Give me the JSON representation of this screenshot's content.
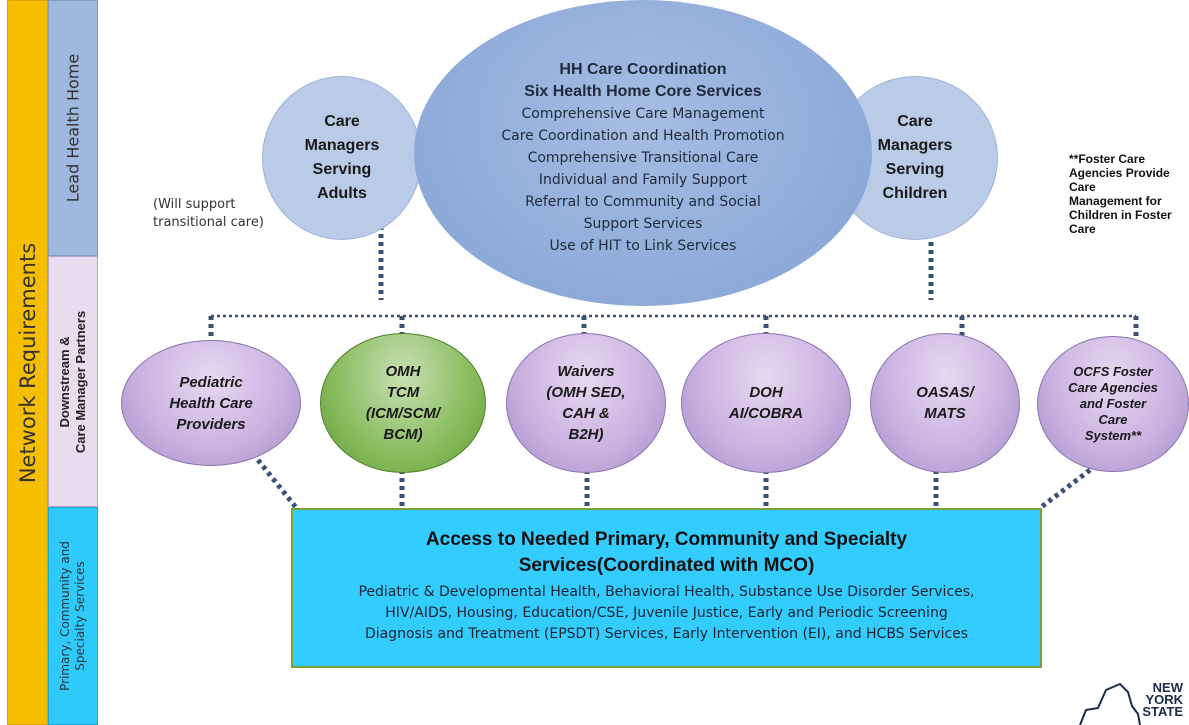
{
  "sidebar": {
    "outer_label": "Network Requirements",
    "lead_label": "Lead Health Home",
    "downstream_label_line1": "Downstream &",
    "downstream_label_line2": "Care Manager Partners",
    "primary_label_line1": "Primary, Community and",
    "primary_label_line2": "Specialty Services"
  },
  "hh_core": {
    "title": "HH Care Coordination",
    "subtitle": "Six Health Home Core Services",
    "services": [
      "Comprehensive Care Management",
      "Care Coordination and Health Promotion",
      "Comprehensive Transitional Care",
      "Individual and Family Support",
      "Referral to Community and Social",
      "Support Services",
      "Use of HIT to Link Services"
    ]
  },
  "care_managers": {
    "adults": [
      "Care",
      "Managers",
      "Serving",
      "Adults"
    ],
    "children": [
      "Care",
      "Managers",
      "Serving",
      "Children"
    ]
  },
  "notes": {
    "left": [
      "(Will support",
      "transitional care)"
    ],
    "right": [
      "**Foster Care",
      "Agencies Provide",
      "Care",
      "Management for",
      "Children in Foster",
      "Care"
    ]
  },
  "partners": [
    {
      "lines": [
        "Pediatric",
        "Health Care",
        "Providers"
      ]
    },
    {
      "lines": [
        "OMH",
        "TCM",
        "(ICM/SCM/",
        "BCM)"
      ]
    },
    {
      "lines": [
        "Waivers",
        "(OMH SED,",
        "CAH &",
        "B2H)"
      ]
    },
    {
      "lines": [
        "DOH",
        "AI/COBRA"
      ]
    },
    {
      "lines": [
        "OASAS/",
        "MATS"
      ]
    },
    {
      "lines": [
        "OCFS Foster",
        "Care Agencies",
        "and Foster",
        "Care",
        "System**"
      ]
    }
  ],
  "access_box": {
    "title_line1": "Access to Needed Primary, Community  and Specialty",
    "title_line2": "Services(Coordinated with MCO)",
    "body": [
      "Pediatric & Developmental Health, Behavioral Health, Substance Use Disorder Services,",
      "HIV/AIDS, Housing, Education/CSE, Juvenile Justice, Early and Periodic Screening",
      "Diagnosis and Treatment (EPSDT) Services,  Early Intervention  (EI), and HCBS Services"
    ]
  },
  "logo": {
    "lines": [
      "NEW",
      "YORK",
      "STATE"
    ]
  },
  "colors": {
    "network_bar": "#f6be00",
    "lead_bar": "#9fb8dd",
    "downstream_bar": "#e8dcee",
    "primary_bar": "#2fcafc",
    "connector": "#3c5275",
    "access_box": "#33ccff",
    "access_border": "#7aa03a",
    "partner_purple": "#cbb3e1",
    "partner_green": "#88bb5c"
  }
}
